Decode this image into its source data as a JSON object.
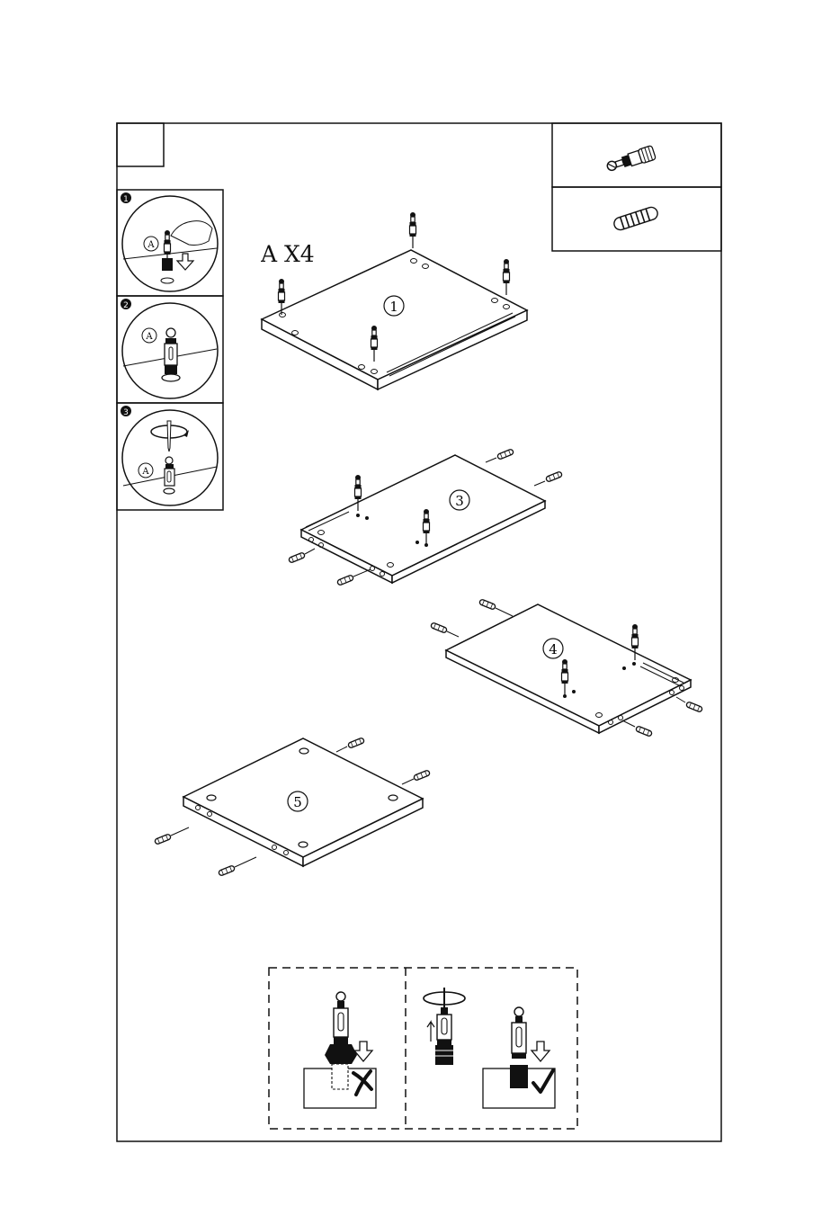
{
  "instruction": {
    "step_number": "",
    "quantity_label": "A X4",
    "sub_steps": [
      {
        "number": "1",
        "part_label": "A"
      },
      {
        "number": "2",
        "part_label": "A"
      },
      {
        "number": "3",
        "part_label": "A"
      }
    ],
    "panels": [
      {
        "label": "1"
      },
      {
        "label": "3"
      },
      {
        "label": "4"
      },
      {
        "label": "5"
      }
    ],
    "hardware": [
      {
        "icon": "cam-bolt-icon"
      },
      {
        "icon": "wooden-dowel-icon"
      }
    ],
    "checks": [
      {
        "result": "wrong",
        "icon": "cross-mark-icon"
      },
      {
        "result": "correct",
        "icon": "check-mark-icon"
      }
    ]
  }
}
